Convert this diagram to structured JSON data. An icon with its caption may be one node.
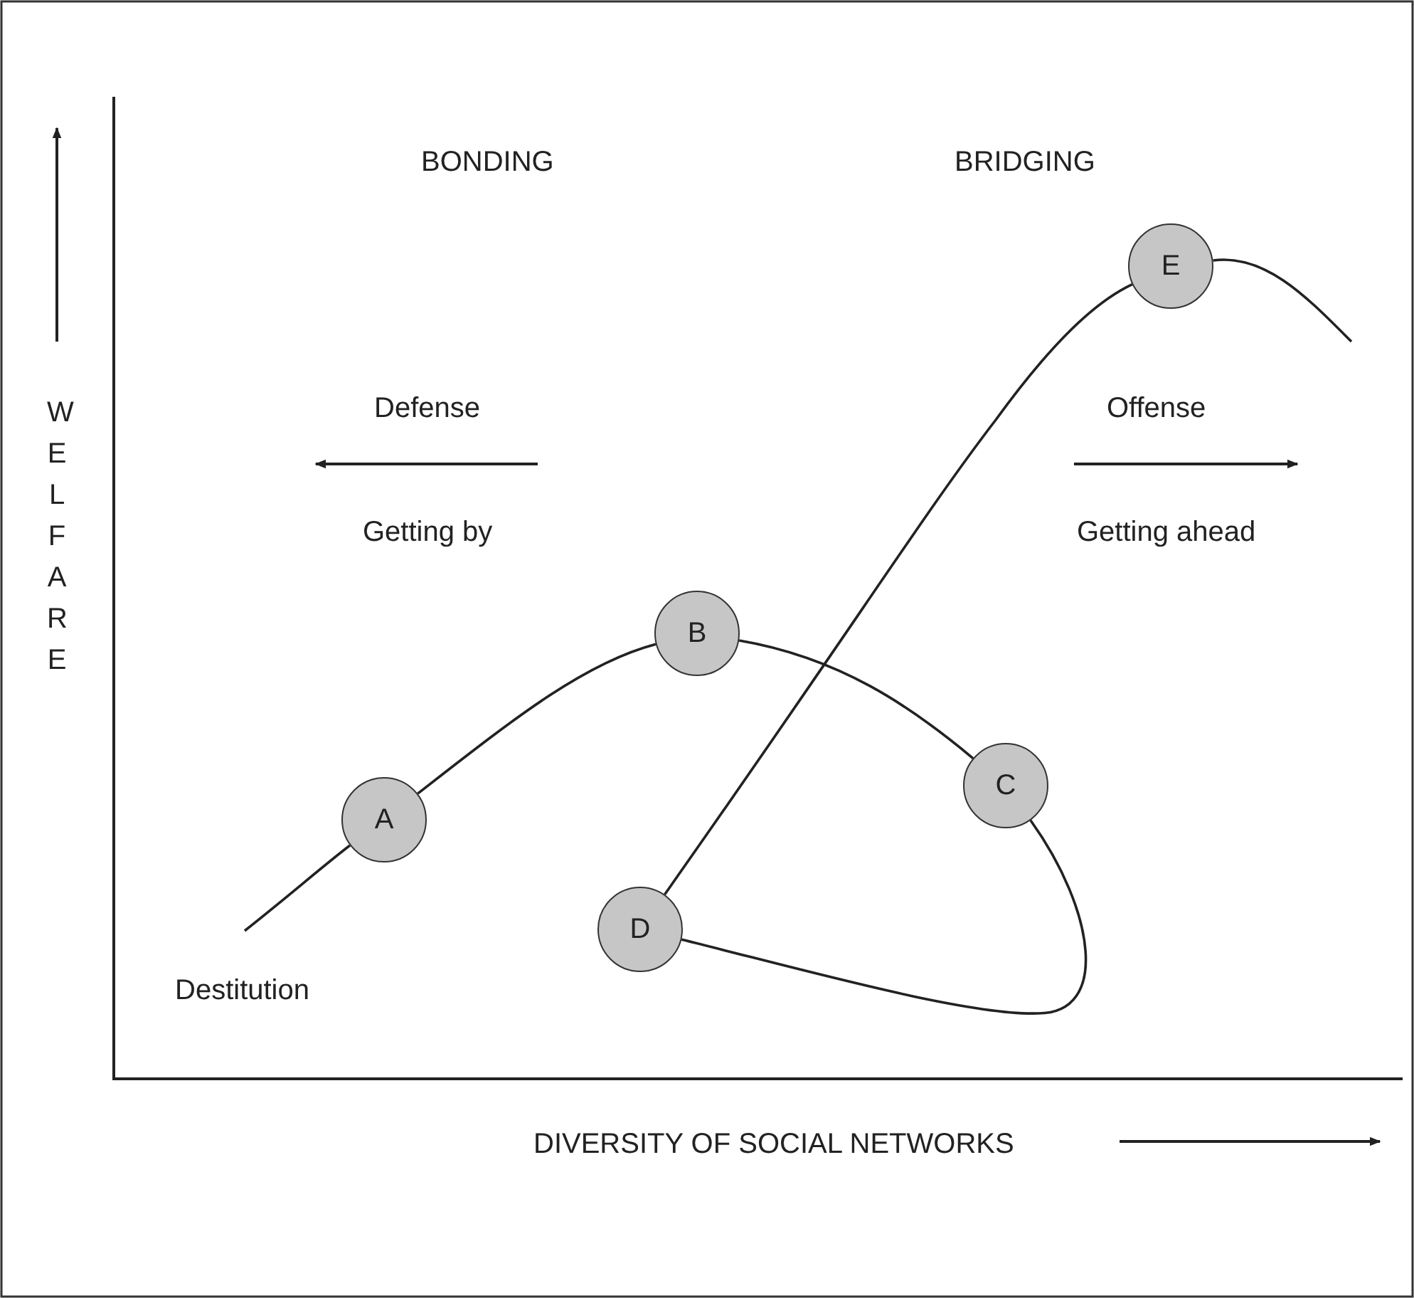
{
  "diagram": {
    "nodes": [
      {
        "text": [
          "A"
        ]
      },
      {
        "text": [
          "B"
        ]
      },
      {
        "text": [
          "C"
        ]
      },
      {
        "text": [
          "D"
        ]
      },
      {
        "text": [
          "E"
        ]
      }
    ],
    "edges": [
      {
        "from": null,
        "to": 0,
        "arrow": "none"
      },
      {
        "from": 0,
        "to": 1,
        "arrow": "none"
      },
      {
        "from": 1,
        "to": 2,
        "arrow": "none"
      },
      {
        "from": 2,
        "to": 3,
        "arrow": "none"
      },
      {
        "from": 3,
        "to": 4,
        "arrow": "none"
      },
      {
        "from": 4,
        "to": null,
        "arrow": "none"
      }
    ],
    "labels": [
      "BONDING",
      "BRIDGING",
      "WELFARE",
      "Defense",
      "Offense",
      "Getting by",
      "Getting ahead",
      "Destitution",
      "DIVERSITY OF SOCIAL NETWORKS"
    ]
  }
}
